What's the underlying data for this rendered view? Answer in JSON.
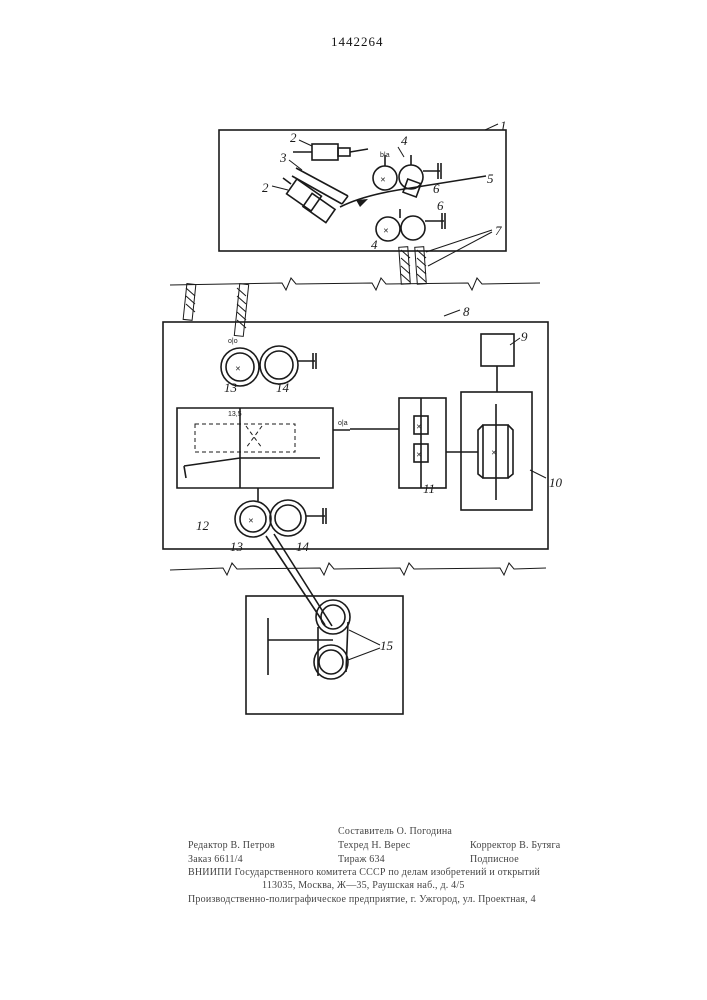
{
  "patent_number": "1442264",
  "labels": {
    "l1": "1",
    "l2a": "2",
    "l2b": "2",
    "l3": "3",
    "l4a": "4",
    "l4b": "4",
    "l5": "5",
    "l6a": "6",
    "l6b": "6",
    "l7": "7",
    "l8": "8",
    "l9": "9",
    "l10": "10",
    "l11": "11",
    "l12": "12",
    "l13a": "13",
    "l13b": "13",
    "l14a": "14",
    "l14b": "14",
    "l15": "15"
  },
  "colophon": {
    "editor": "Редактор В. Петров",
    "order": "Заказ 6611/4",
    "compiler": "Составитель О. Погодина",
    "techred": "Техред Н. Верес",
    "corrector": "Корректор В. Бутяга",
    "circulation": "Тираж 634",
    "subscription": "Подписное",
    "vniipi": "ВНИИПИ Государственного комитета СССР по делам изобретений и открытий",
    "address": "113035, Москва, Ж—35, Раушская наб., д. 4/5",
    "printer": "Производственно-полиграфическое предприятие, г. Ужгород, ул. Проектная, 4"
  }
}
